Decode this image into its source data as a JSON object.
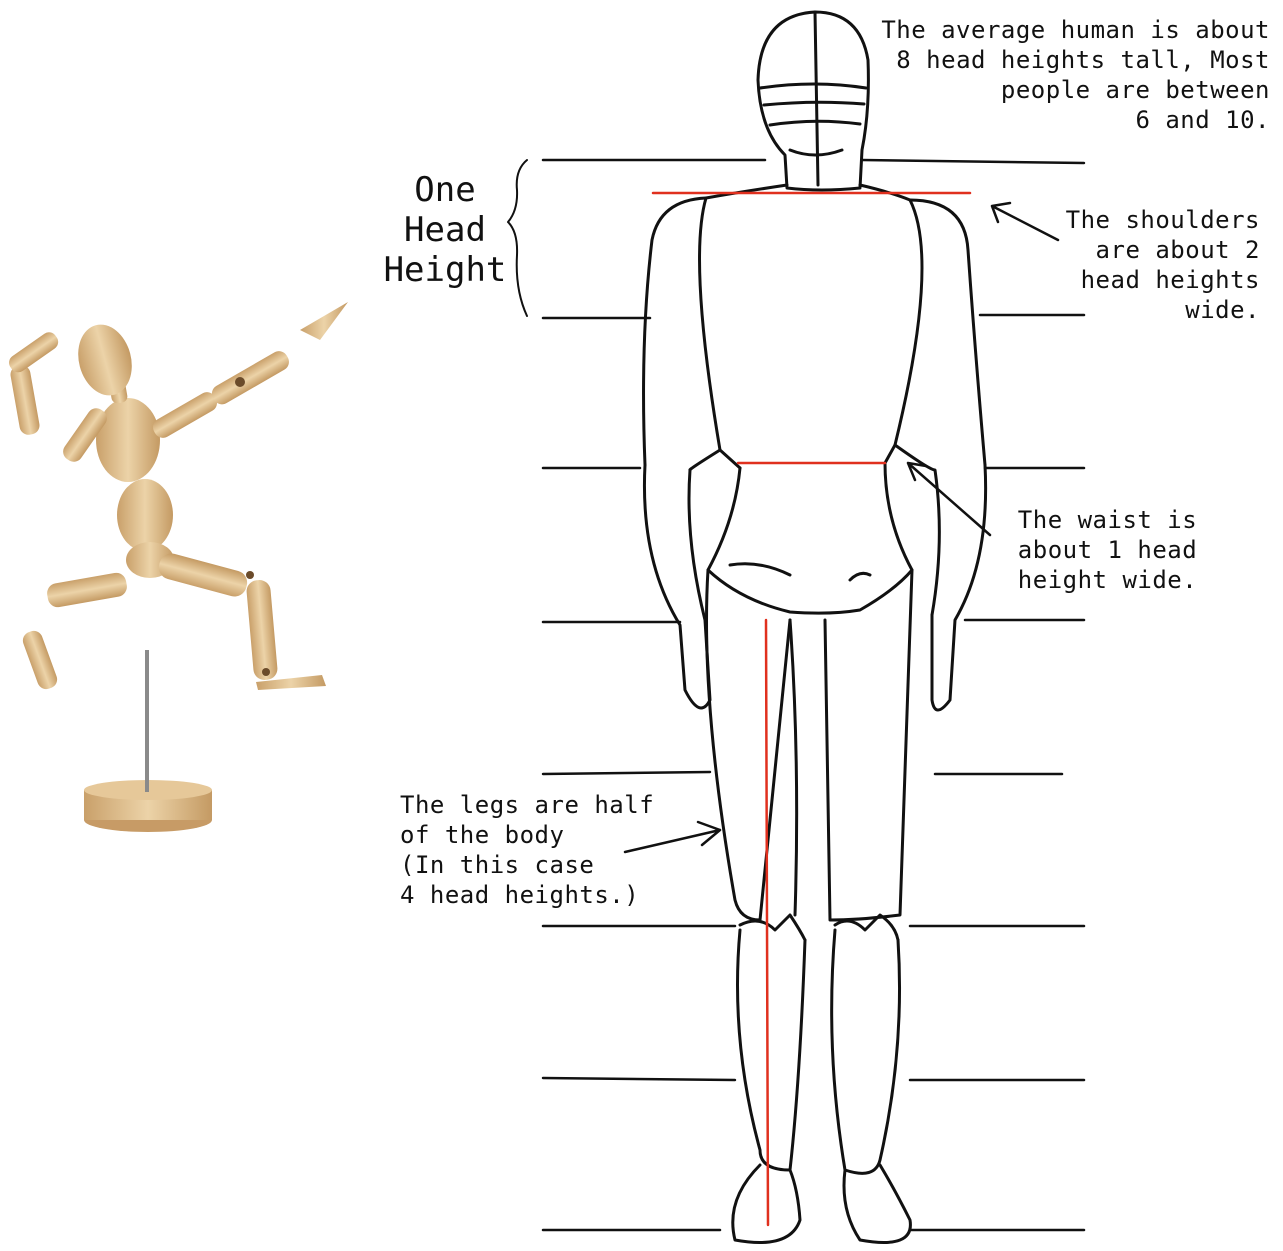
{
  "labels": {
    "one_head_height": "One\nHead\nHeight",
    "average_note": "The average human is about\n8 head heights tall, Most\npeople are between\n6 and 10.",
    "shoulders_note": "The shoulders\nare about 2\nhead heights\nwide.",
    "waist_note": "The waist is\nabout 1 head\nheight wide.",
    "legs_note": "The legs are half\nof the body\n(In this case\n4 head heights.)"
  },
  "colors": {
    "ink": "#111111",
    "measure_line": "#e0301e",
    "wood": "#d9b98a",
    "wood_dark": "#b8925f"
  },
  "icons": {
    "mannequin": "wooden-art-mannequin-icon",
    "figure": "human-figure-outline-icon"
  }
}
